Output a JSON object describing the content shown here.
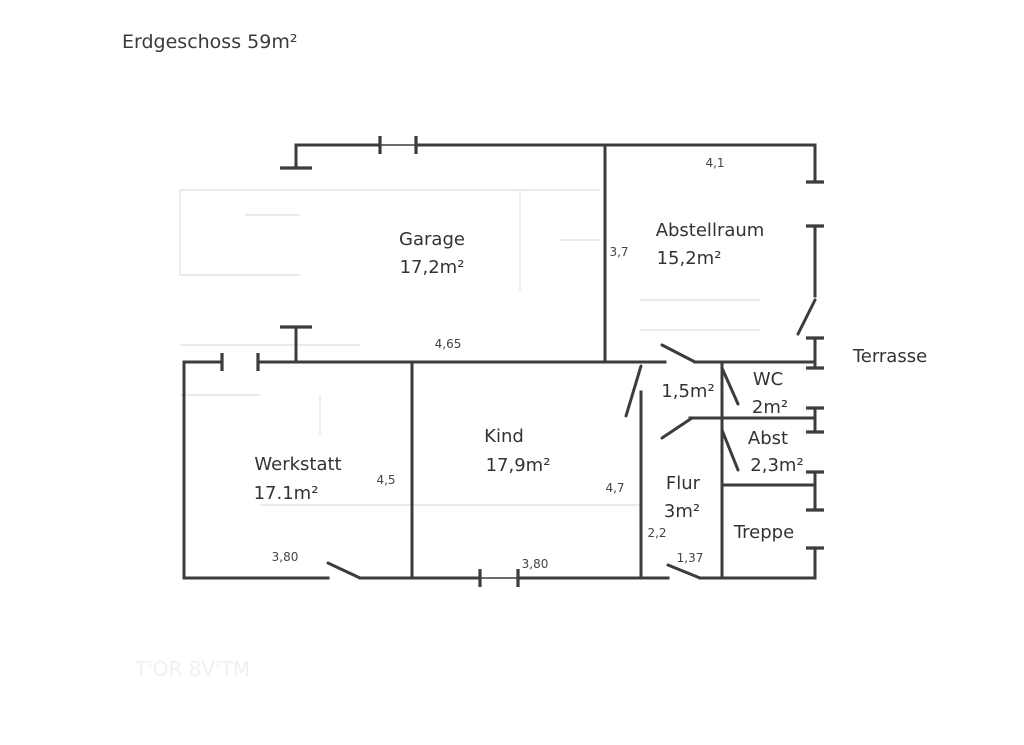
{
  "title": "Erdgeschoss 59m²",
  "rooms": {
    "garage": {
      "name": "Garage",
      "area": "17,2m²"
    },
    "abstellraum": {
      "name": "Abstellraum",
      "area": "15,2m²"
    },
    "werkstatt": {
      "name": "Werkstatt",
      "area": "17.1m²"
    },
    "kind": {
      "name": "Kind",
      "area": "17,9m²"
    },
    "vorraum": {
      "area": "1,5m²"
    },
    "wc": {
      "name": "WC",
      "area": "2m²"
    },
    "abst": {
      "name": "Abst",
      "area": "2,3m²"
    },
    "flur": {
      "name": "Flur",
      "area": "3m²"
    },
    "treppe": {
      "name": "Treppe"
    }
  },
  "outside": {
    "terrasse": "Terrasse"
  },
  "dimensions": {
    "abstellraum_width": "4,1",
    "abstellraum_depth": "3,7",
    "garage_width": "4,65",
    "werkstatt_depth": "4,5",
    "kind_depth": "4,7",
    "werkstatt_width": "3,80",
    "kind_width": "3,80",
    "flur_depth": "2,2",
    "flur_width": "1,37"
  },
  "background_mirror_text": "T'OR 8V'TM"
}
